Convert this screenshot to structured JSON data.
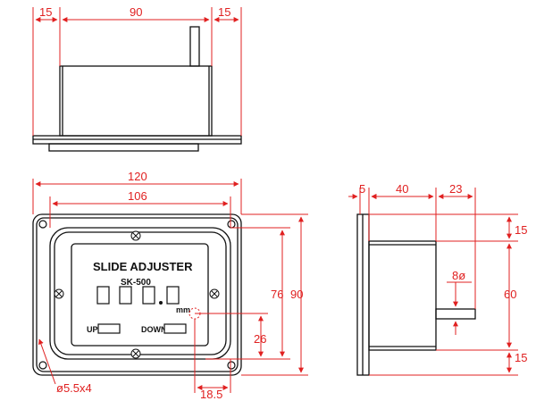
{
  "drawing": {
    "colors": {
      "line": "#111111",
      "dimension": "#e02020"
    },
    "top_view": {
      "dims": {
        "left": "15",
        "width": "90",
        "right": "15"
      }
    },
    "front_view": {
      "dims": {
        "outer_width": "120",
        "inner_width": "106",
        "inner_height": "76",
        "outer_height": "90",
        "knob_height": "26",
        "knob_offset": "18.5",
        "hole": "ø5.5x4"
      },
      "panel": {
        "title": "SLIDE ADJUSTER",
        "model": "SK-500",
        "unit": "mm",
        "up_label": "UP",
        "down_label": "DOWN"
      }
    },
    "side_view": {
      "dims": {
        "flange": "5",
        "body_depth": "40",
        "shaft_length": "23",
        "top": "15",
        "mid": "60",
        "bottom": "15",
        "shaft_dia": "8ø"
      }
    }
  }
}
